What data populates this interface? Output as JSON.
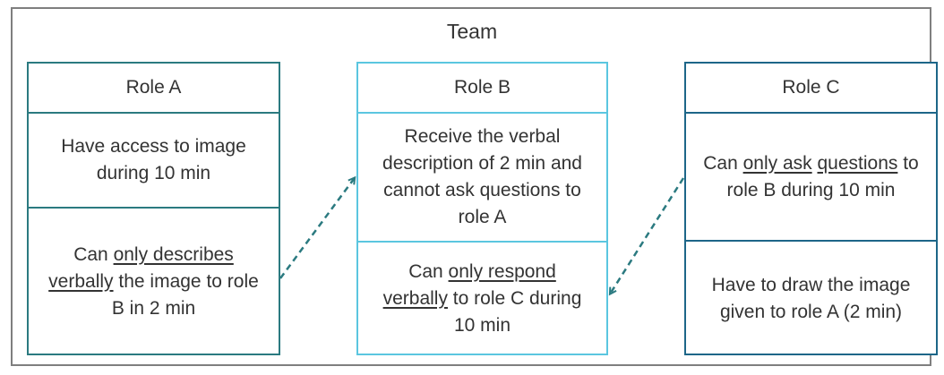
{
  "title": "Team",
  "colors": {
    "frame": "#7f7f7f",
    "role_a": "#2b7a80",
    "role_b": "#5bc6e0",
    "role_c": "#1d6688",
    "arrow": "#2b7a80",
    "text": "#333333"
  },
  "roles": {
    "a": {
      "label": "Role A",
      "task1": "Have access to image during 10 min",
      "task2": {
        "pre": "Can ",
        "u1": "only describes",
        "mid": " ",
        "u2": "verbally",
        "post": " the image to role B in 2 min"
      }
    },
    "b": {
      "label": "Role B",
      "task1": "Receive the verbal description of 2 min and cannot ask questions to role A",
      "task2": {
        "pre": "Can ",
        "u1": "only respond",
        "mid": " ",
        "u2": "verbally",
        "post": " to role C during 10 min"
      }
    },
    "c": {
      "label": "Role C",
      "task1": {
        "pre": "Can ",
        "u1": "only ask",
        "mid": " ",
        "u2": "questions",
        "post": " to role B during 10 min"
      },
      "task2": "Have to draw the image given to role A (2 min)"
    }
  }
}
